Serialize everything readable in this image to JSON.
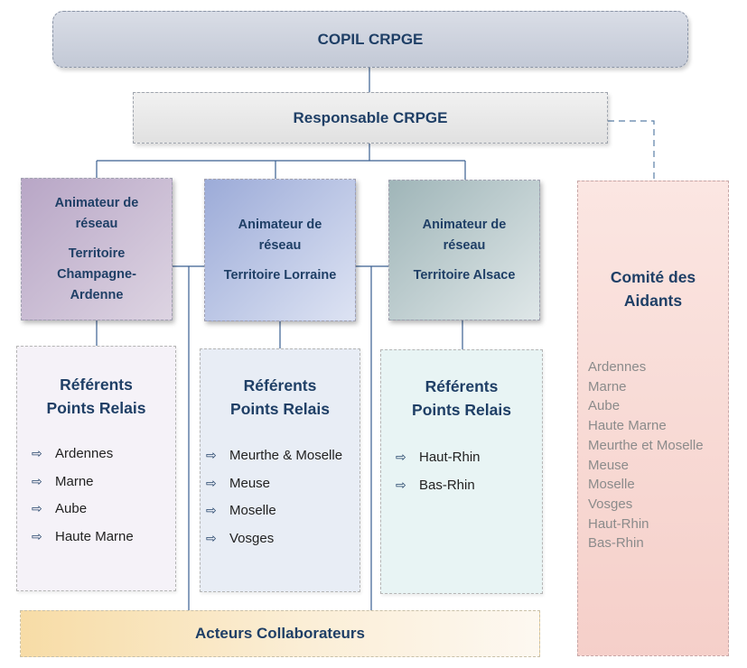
{
  "copil": "COPIL CRPGE",
  "responsable": "Responsable CRPGE",
  "animateurs": [
    {
      "role": "Animateur de réseau",
      "territoire": "Territoire Champagne-Ardenne"
    },
    {
      "role": "Animateur de réseau",
      "territoire": "Territoire Lorraine"
    },
    {
      "role": "Animateur de réseau",
      "territoire": "Territoire Alsace"
    }
  ],
  "referents": [
    {
      "title": "Référents Points Relais",
      "items": [
        "Ardennes",
        "Marne",
        "Aube",
        "Haute Marne"
      ]
    },
    {
      "title": "Référents Points Relais",
      "items": [
        "Meurthe & Moselle",
        "Meuse",
        "Moselle",
        "Vosges"
      ]
    },
    {
      "title": "Référents Points Relais",
      "items": [
        "Haut-Rhin",
        "Bas-Rhin"
      ]
    }
  ],
  "comite": {
    "title": "Comité des Aidants",
    "items": [
      "Ardennes",
      "Marne",
      "Aube",
      "Haute Marne",
      "Meurthe et Moselle",
      "Meuse",
      "Moselle",
      "Vosges",
      "Haut-Rhin",
      "Bas-Rhin"
    ]
  },
  "acteurs": "Acteurs Collaborateurs",
  "colors": {
    "title_text": "#1f3f66",
    "connector": "#3a5f91",
    "comite_fill": "#f5cfc9",
    "acteurs_fill": "#f7dca6"
  },
  "icons": {
    "bullet": "right-arrow-outline-icon"
  }
}
